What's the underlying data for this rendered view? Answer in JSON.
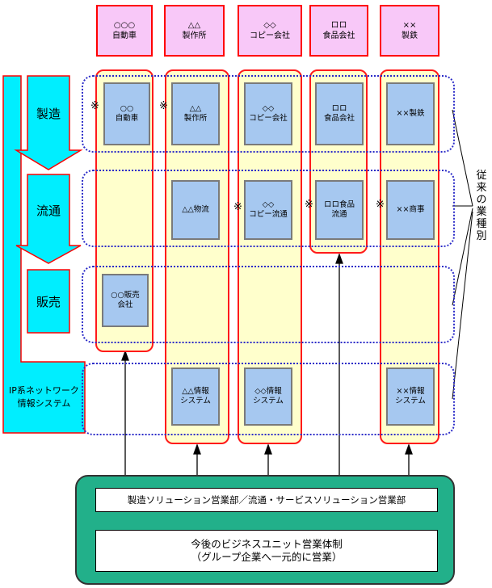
{
  "companies": [
    "○○○\n自動車",
    "△△\n製作所",
    "◇◇\nコピー会社",
    "ロロ\n食品会社",
    "××\n製鉄"
  ],
  "stages": {
    "manufacturing": "製造",
    "distribution": "流通",
    "sales": "販売",
    "ip": "IP系ネットワーク\n情報システム"
  },
  "cells": {
    "c1_mfg": "○○\n自動車",
    "c1_sales": "○○販売\n会社",
    "c2_mfg": "△△\n製作所",
    "c2_dist": "△△物流",
    "c2_ip": "△△情報\nシステム",
    "c3_mfg": "◇◇\nコピー会社",
    "c3_dist": "◇◇\nコピー流通",
    "c3_ip": "◇◇情報\nシステム",
    "c4_mfg": "ロロ\n食品会社",
    "c4_dist": "ロロ食品\n流通",
    "c5_mfg": "××製鉄",
    "c5_dist": "××商事",
    "c5_ip": "××情報\nシステム"
  },
  "mark": "※",
  "traditional_label": [
    "従",
    "来",
    "の",
    "業",
    "種",
    "別"
  ],
  "bottom": {
    "divisions": "製造ソリューション営業部／流通・サービスソリューション営業部",
    "future": "今後のビジネスユニット営業体制\n（グループ企業へ一元的に営業）"
  }
}
